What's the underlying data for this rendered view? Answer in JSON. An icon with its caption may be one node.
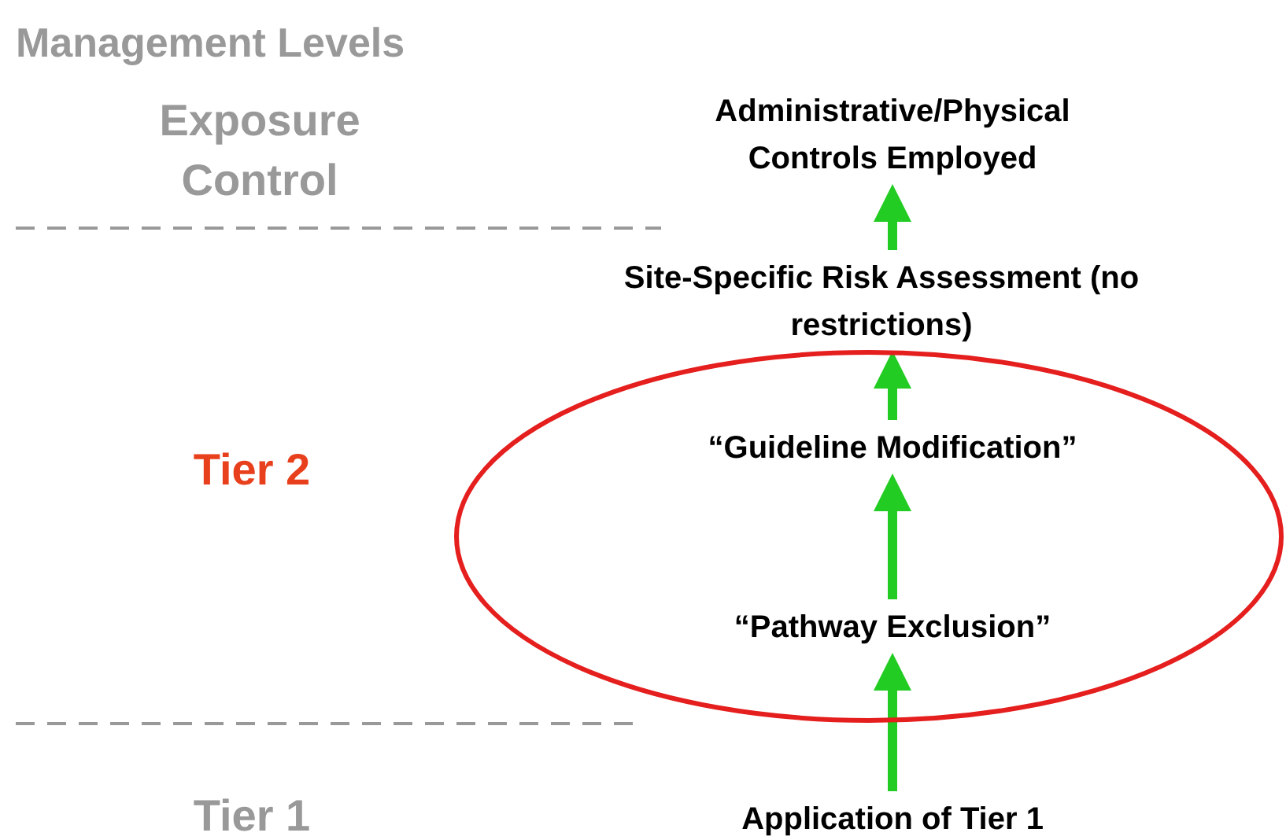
{
  "diagram": {
    "nodes": [
      {
        "text": [
          "Administrative/Physical Controls Employed"
        ]
      },
      {
        "text": [
          "Site-Specific Risk Assessment (no restrictions)"
        ]
      },
      {
        "text": [],
        "shape": "circle"
      },
      {
        "text": [
          "“Guideline Modification”"
        ],
        "in": 2
      },
      {
        "text": [
          "“Pathway Exclusion”"
        ],
        "in": 2
      },
      {
        "text": [
          "Application of Tier 1"
        ]
      }
    ],
    "edges": [
      {
        "from": 1,
        "to": 0,
        "arrow": "to"
      },
      {
        "from": 3,
        "to": 1,
        "arrow": "to"
      },
      {
        "from": 4,
        "to": 3,
        "arrow": "to"
      },
      {
        "from": 5,
        "to": 4,
        "arrow": "to"
      }
    ],
    "labels": [
      "Management Levels",
      "Exposure Control",
      "Tier 2",
      "Tier 1"
    ]
  }
}
